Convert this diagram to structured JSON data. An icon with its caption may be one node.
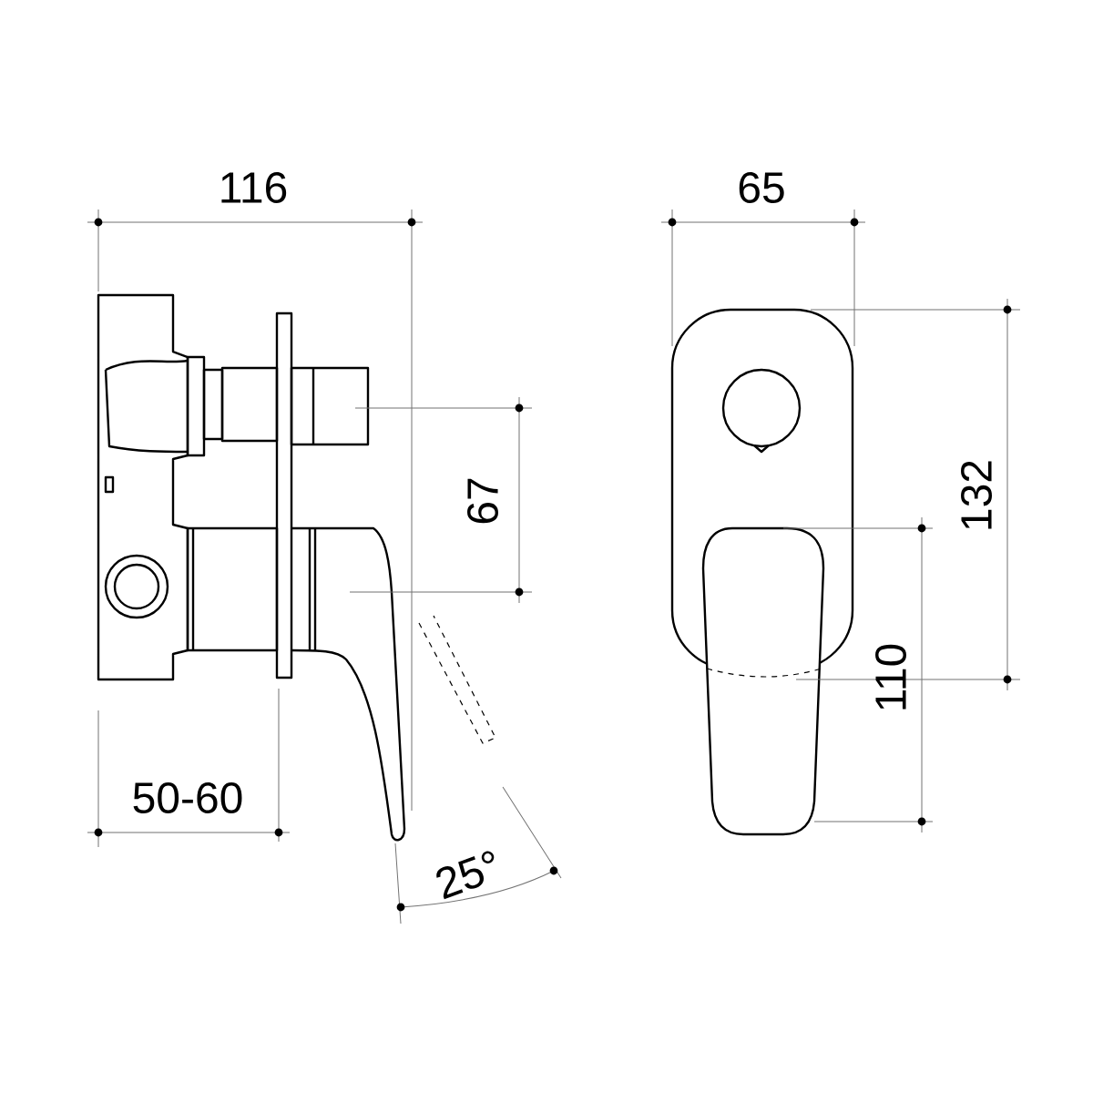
{
  "diagram": {
    "labels": [
      "116",
      "65",
      "67",
      "132",
      "110",
      "50-60",
      "25°"
    ]
  }
}
